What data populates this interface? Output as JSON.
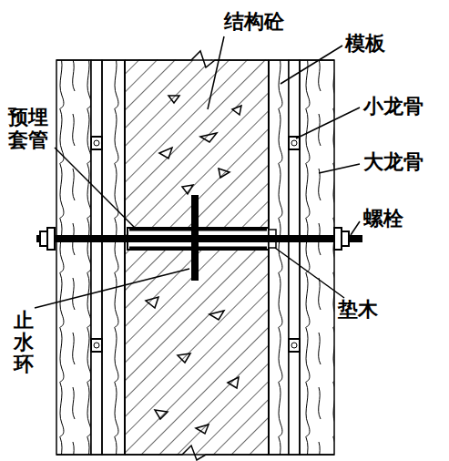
{
  "diagram": {
    "labels": [
      "结构砼",
      "模板",
      "小龙骨",
      "大龙骨",
      "预埋套管",
      "螺栓",
      "垫木",
      "止水环"
    ]
  }
}
